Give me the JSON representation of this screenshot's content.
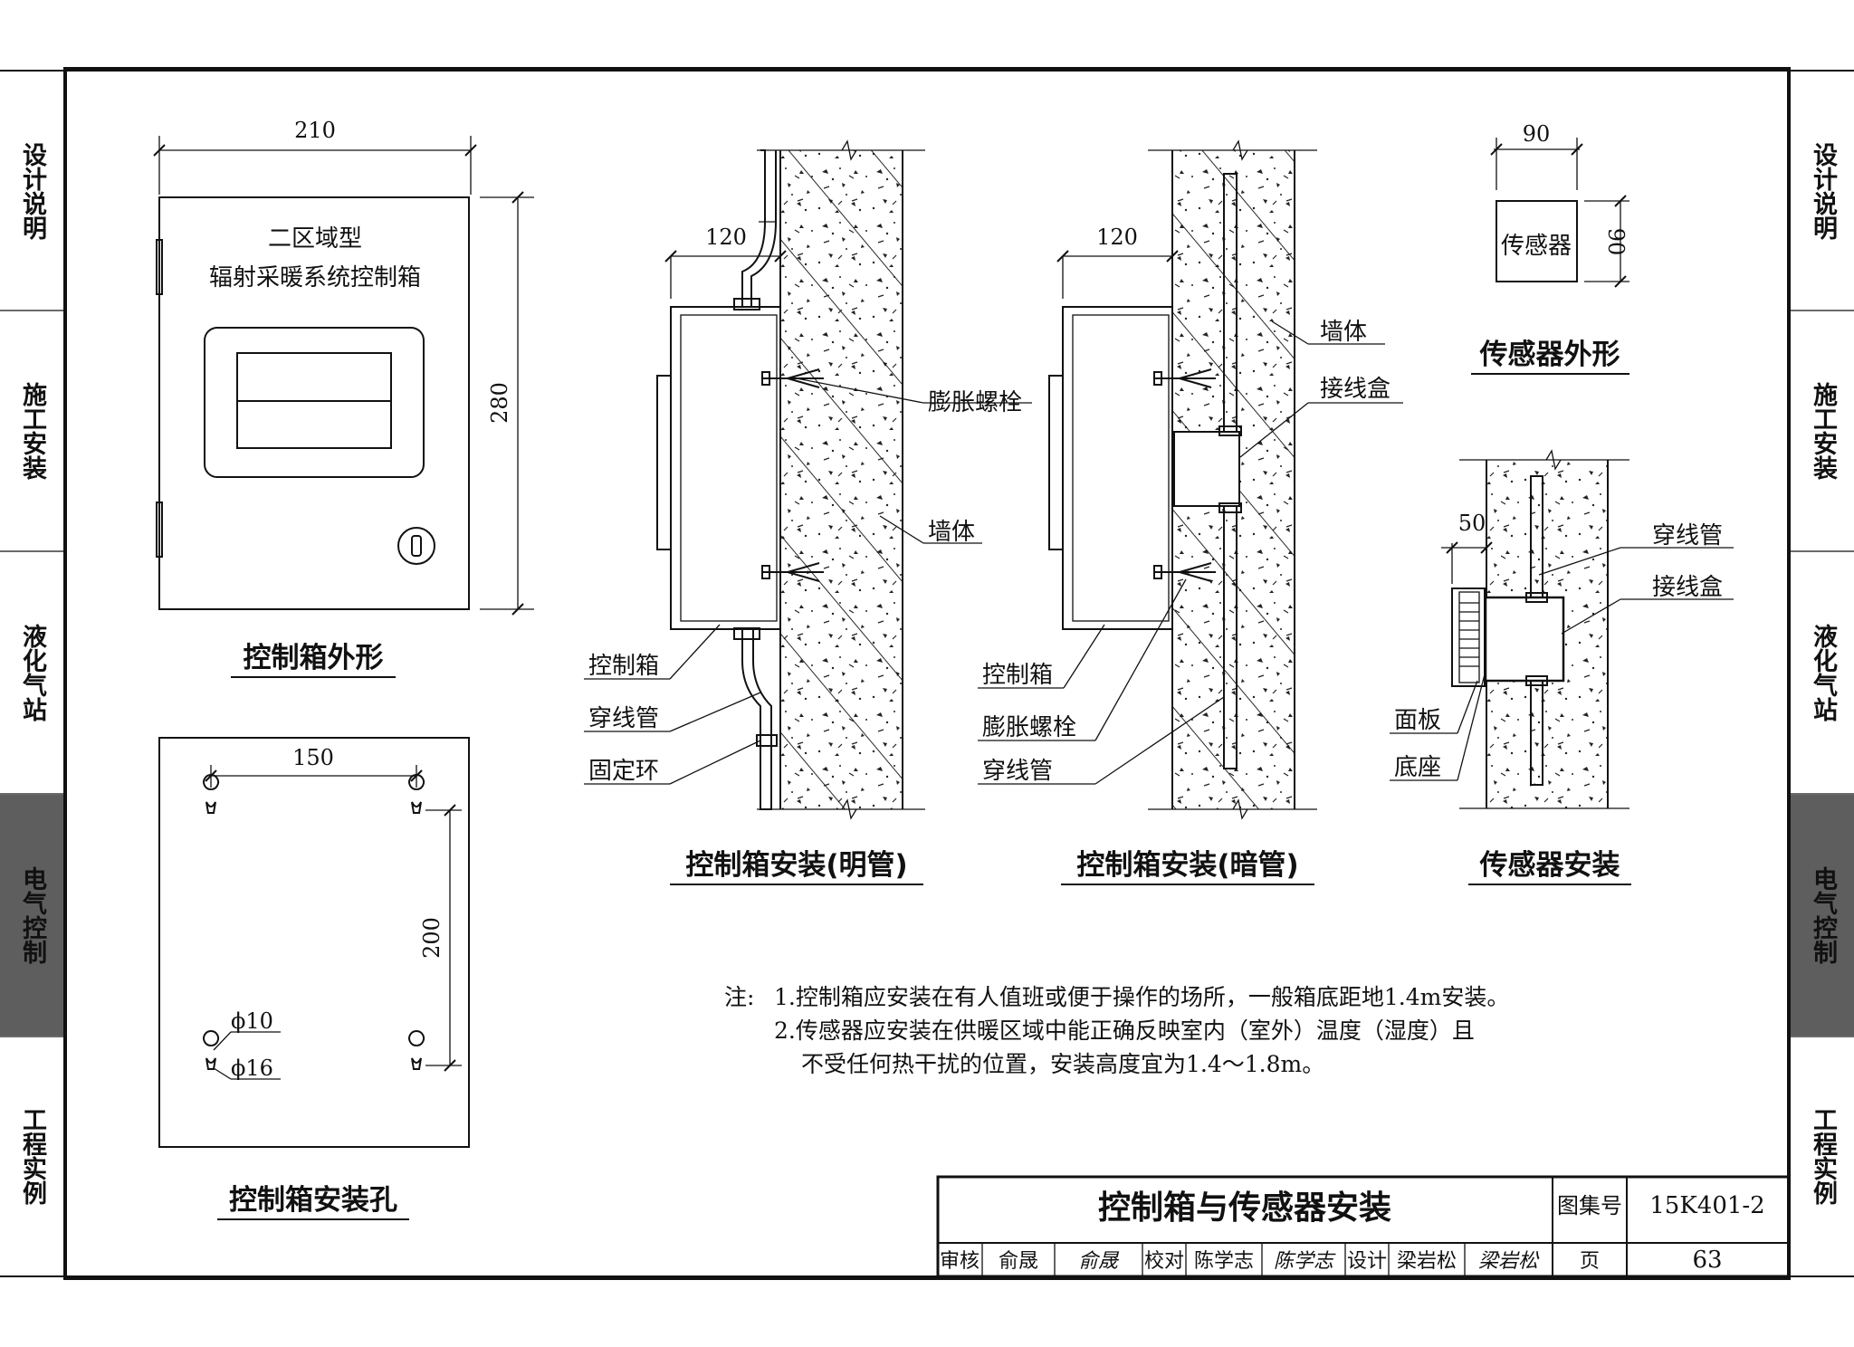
{
  "side_tabs": [
    {
      "label": "设计说明",
      "active": false
    },
    {
      "label": "施工安装",
      "active": false
    },
    {
      "label": "液化气站",
      "active": false
    },
    {
      "label": "电气控制",
      "active": true
    },
    {
      "label": "工程实例",
      "active": false
    }
  ],
  "box_front": {
    "dim_width": "210",
    "dim_height": "280",
    "line1": "二区域型",
    "line2": "辐射采暖系统控制箱",
    "title": "控制箱外形"
  },
  "box_holes": {
    "dim_width": "150",
    "dim_height": "200",
    "phi_small": "ϕ10",
    "phi_large": "ϕ16",
    "title": "控制箱安装孔"
  },
  "surface": {
    "dim": "120",
    "label_bolt": "膨胀螺栓",
    "label_wall": "墙体",
    "label_box": "控制箱",
    "label_conduit": "穿线管",
    "label_ring": "固定环",
    "title": "控制箱安装(明管)"
  },
  "concealed": {
    "dim": "120",
    "label_wall": "墙体",
    "label_jbox": "接线盒",
    "label_box": "控制箱",
    "label_bolt": "膨胀螺栓",
    "label_conduit": "穿线管",
    "title": "控制箱安装(暗管)"
  },
  "sensor_shape": {
    "dim_width": "90",
    "dim_height": "90",
    "label": "传感器",
    "title": "传感器外形"
  },
  "sensor_install": {
    "dim": "50",
    "label_conduit": "穿线管",
    "label_jbox": "接线盒",
    "label_panel": "面板",
    "label_base": "底座",
    "title": "传感器安装"
  },
  "notes": {
    "prefix": "注:",
    "line1": "1.控制箱应安装在有人值班或便于操作的场所，一般箱底距地1.4m安装。",
    "line2": "2.传感器应安装在供暖区域中能正确反映室内（室外）温度（湿度）且",
    "line3": "不受任何热干扰的位置，安装高度宜为1.4～1.8m。"
  },
  "title_block": {
    "title": "控制箱与传感器安装",
    "atlas_label": "图集号",
    "atlas_no": "15K401-2",
    "review_label": "审核",
    "reviewer": "俞晟",
    "reviewer_sign": "俞晟",
    "check_label": "校对",
    "checker": "陈学志",
    "checker_sign": "陈学志",
    "design_label": "设计",
    "designer": "梁岩松",
    "designer_sign": "梁岩松",
    "page_label": "页",
    "page_no": "63"
  }
}
